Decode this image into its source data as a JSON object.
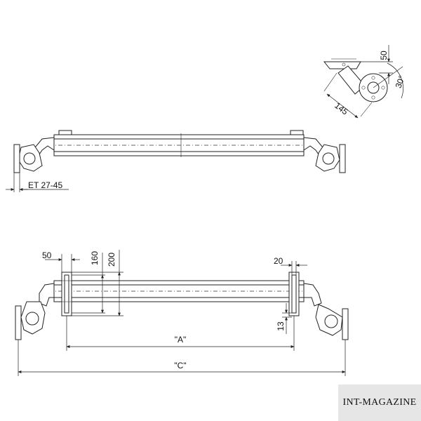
{
  "dimensions": {
    "top_view_offset": "ET 27-45",
    "flange_height": "50",
    "angle": "30°",
    "arm_length": "145",
    "bracket_width": "50",
    "height_160": "160",
    "height_200": "200",
    "right_bracket_width": "20",
    "right_lower_gap": "13",
    "length_a": "\"A\"",
    "length_c": "\"C\""
  },
  "watermark": "INT-MAGAZINE",
  "colors": {
    "line": "#222222",
    "background": "#ffffff",
    "watermark_bg": "#e6e6e6"
  }
}
